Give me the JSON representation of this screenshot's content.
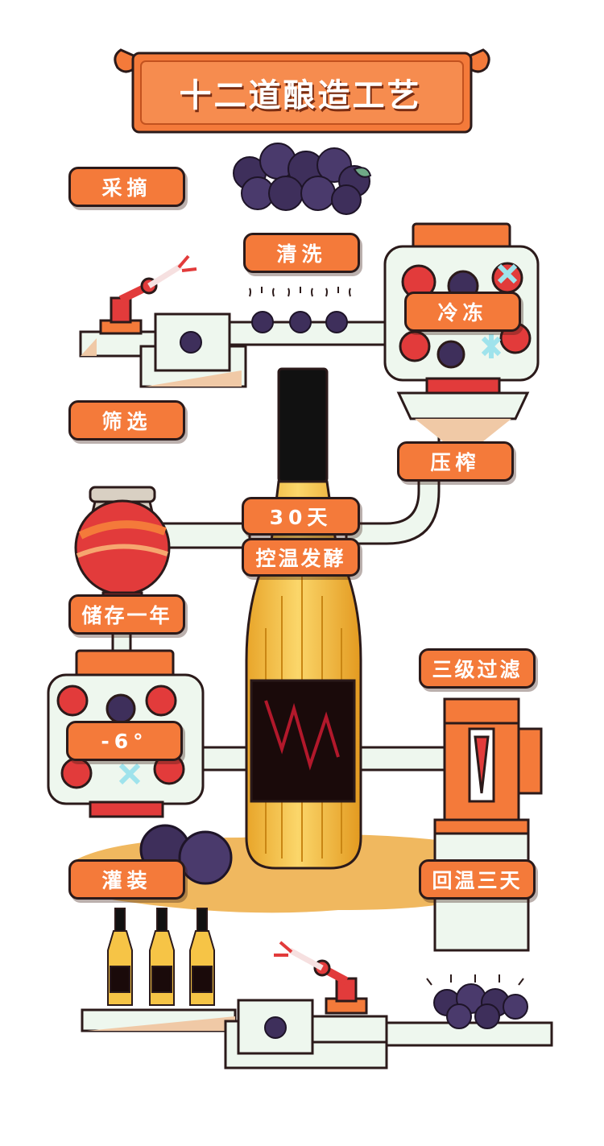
{
  "title": "十二道酿造工艺",
  "steps": {
    "pick": "采摘",
    "wash": "清洗",
    "freeze": "冷冻",
    "sort": "筛选",
    "press": "压榨",
    "days": "30天",
    "ferment": "控温发酵",
    "store": "储存一年",
    "filter": "三级过滤",
    "temp": "-6°",
    "fill": "灌装",
    "rewarm": "回温三天"
  },
  "colors": {
    "tag_orange": "#f47a3a",
    "outline": "#2b1a1a",
    "pipe": "#eef7ee",
    "bottle_gold": "#f6c446",
    "grape": "#3e2f5b",
    "cherry_red": "#e23b3b",
    "ice_blue": "#9fe3ec",
    "sand": "#f0b85f"
  }
}
